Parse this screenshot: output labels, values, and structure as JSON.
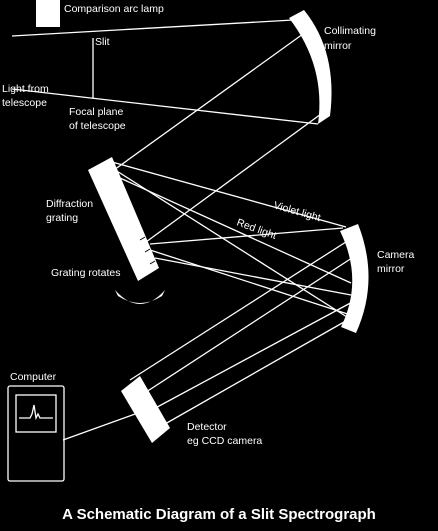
{
  "diagram": {
    "labels": {
      "lamp": "Comparison arc lamp",
      "slit": "Slit",
      "collimating_1": "Collimating",
      "collimating_2": "mirror",
      "light_1": "Light from",
      "light_2": "telescope",
      "focal_1": "Focal plane",
      "focal_2": "of telescope",
      "grating_1": "Diffraction",
      "grating_2": "grating",
      "violet": "Violet light",
      "red": "Red light",
      "camera_1": "Camera",
      "camera_2": "mirror",
      "rotates": "Grating rotates",
      "computer": "Computer",
      "detector_1": "Detector",
      "detector_2": "eg CCD camera"
    },
    "caption": "A Schematic Diagram of a Slit Spectrograph",
    "colors": {
      "background": "#000000",
      "foreground": "#ffffff"
    }
  }
}
